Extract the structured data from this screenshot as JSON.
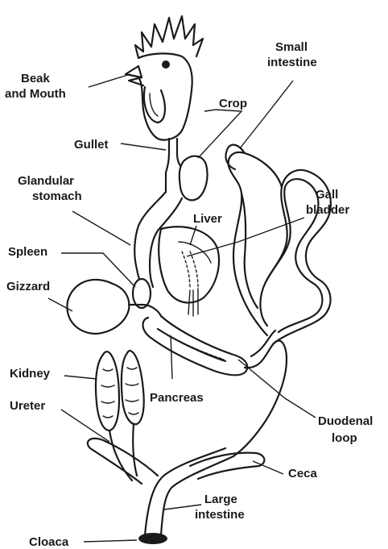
{
  "labels": {
    "beak_and_mouth": [
      "Beak",
      "and Mouth"
    ],
    "crop": "Crop",
    "small_intestine": [
      "Small",
      "intestine"
    ],
    "gullet": "Gullet",
    "glandular_stomach": [
      "Glandular",
      "stomach"
    ],
    "gall_bladder": [
      "Gall",
      "bladder"
    ],
    "liver": "Liver",
    "spleen": "Spleen",
    "gizzard": "Gizzard",
    "kidney": "Kidney",
    "pancreas": "Pancreas",
    "ureter": "Ureter",
    "duodenal_loop": [
      "Duodenal",
      "loop"
    ],
    "ceca": "Ceca",
    "large_intestine": [
      "Large",
      "intestine"
    ],
    "cloaca": "Cloaca"
  }
}
